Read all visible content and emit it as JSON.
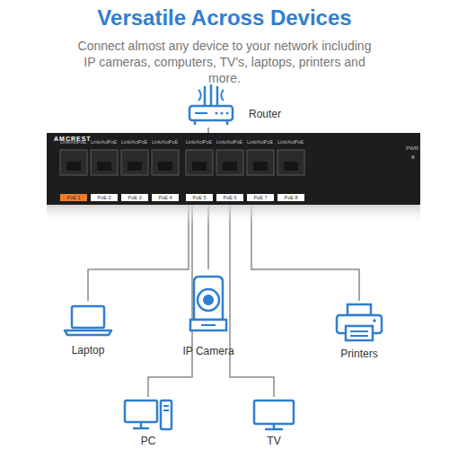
{
  "diagram": {
    "title": "Versatile Across Devices",
    "caption": "Connect almost any device to your network including IP cameras, computers, TV's, laptops, printers and more.",
    "nodes": [
      {
        "text": [
          "Router"
        ]
      },
      {
        "text": [
          "AMCREST"
        ]
      },
      {
        "text": [
          "Laptop"
        ]
      },
      {
        "text": [
          "PC"
        ]
      },
      {
        "text": [
          "IP Camera"
        ]
      },
      {
        "text": [
          "TV"
        ]
      },
      {
        "text": [
          "Printers"
        ]
      }
    ],
    "edges": [
      {
        "from": 0,
        "to": 1,
        "arrow": "none"
      },
      {
        "from": 1,
        "to": 2,
        "arrow": "none"
      },
      {
        "from": 1,
        "to": 3,
        "arrow": "none"
      },
      {
        "from": 1,
        "to": 4,
        "arrow": "none"
      },
      {
        "from": 1,
        "to": 5,
        "arrow": "none"
      },
      {
        "from": 1,
        "to": 6,
        "arrow": "none"
      }
    ],
    "labels": [
      "Link/Act",
      "PoE",
      "Link/Act",
      "PoE",
      "Link/Act",
      "PoE",
      "Link/Act",
      "PoE",
      "Link/Act",
      "PoE",
      "Link/Act",
      "PoE",
      "Link/Act",
      "PoE",
      "Link/Act",
      "PoE",
      "PoE 1",
      "PoE 2",
      "PoE 3",
      "PoE 4",
      "PoE 5",
      "PoE 6",
      "PoE 7",
      "PoE 8",
      "PWR"
    ]
  }
}
